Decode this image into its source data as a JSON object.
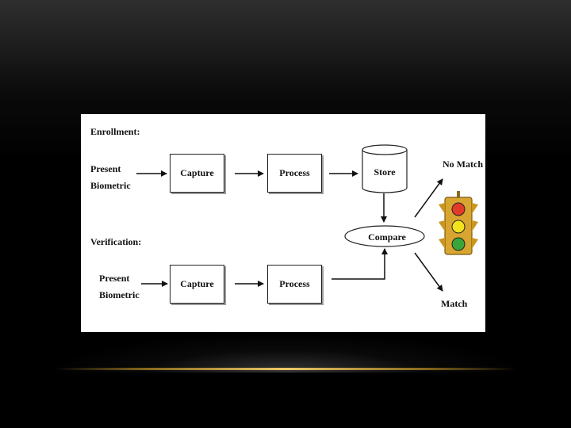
{
  "diagram": {
    "enrollment": {
      "heading": "Enrollment:",
      "input_line1": "Present",
      "input_line2": "Biometric",
      "capture": "Capture",
      "process": "Process",
      "store": "Store"
    },
    "verification": {
      "heading": "Verification:",
      "input_line1": "Present",
      "input_line2": "Biometric",
      "capture": "Capture",
      "process": "Process"
    },
    "compare": "Compare",
    "no_match": "No Match",
    "match": "Match",
    "traffic_light_colors": {
      "housing": "#d9a531",
      "red": "#e23b2a",
      "yellow": "#f2e21c",
      "green": "#3aa63a"
    }
  }
}
